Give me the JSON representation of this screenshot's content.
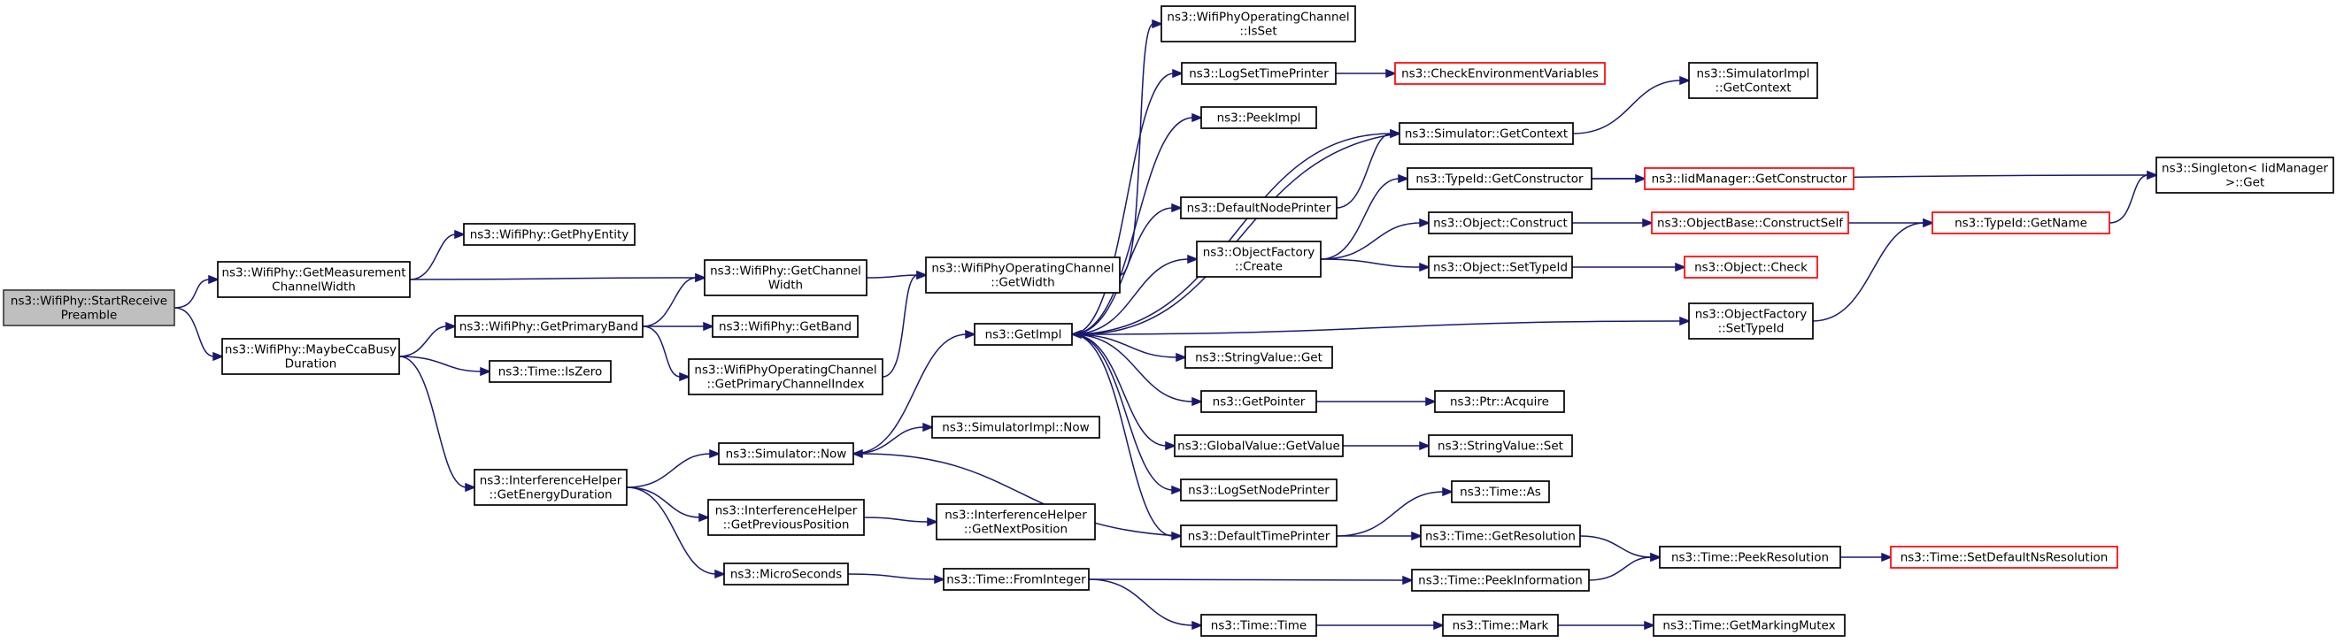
{
  "nodes": [
    {
      "id": "StartReceivePreamble",
      "lines": [
        "ns3::WifiPhy::StartReceive",
        "Preamble"
      ],
      "kind": "root"
    },
    {
      "id": "GetMeasurementChannelWidth",
      "lines": [
        "ns3::WifiPhy::GetMeasurement",
        "ChannelWidth"
      ]
    },
    {
      "id": "MaybeCcaBusyDuration",
      "lines": [
        "ns3::WifiPhy::MaybeCcaBusy",
        "Duration"
      ]
    },
    {
      "id": "GetPhyEntity",
      "lines": [
        "ns3::WifiPhy::GetPhyEntity"
      ]
    },
    {
      "id": "GetChannelWidth",
      "lines": [
        "ns3::WifiPhy::GetChannel",
        "Width"
      ]
    },
    {
      "id": "GetPrimaryBand",
      "lines": [
        "ns3::WifiPhy::GetPrimaryBand"
      ]
    },
    {
      "id": "IsZero",
      "lines": [
        "ns3::Time::IsZero"
      ]
    },
    {
      "id": "GetEnergyDuration",
      "lines": [
        "ns3::InterferenceHelper",
        "::GetEnergyDuration"
      ]
    },
    {
      "id": "GetBand",
      "lines": [
        "ns3::WifiPhy::GetBand"
      ]
    },
    {
      "id": "GetPrimaryChannelIndex",
      "lines": [
        "ns3::WifiPhyOperatingChannel",
        "::GetPrimaryChannelIndex"
      ]
    },
    {
      "id": "SimulatorNow",
      "lines": [
        "ns3::Simulator::Now"
      ]
    },
    {
      "id": "GetPreviousPosition",
      "lines": [
        "ns3::InterferenceHelper",
        "::GetPreviousPosition"
      ]
    },
    {
      "id": "MicroSeconds",
      "lines": [
        "ns3::MicroSeconds"
      ]
    },
    {
      "id": "OpChGetWidth",
      "lines": [
        "ns3::WifiPhyOperatingChannel",
        "::GetWidth"
      ]
    },
    {
      "id": "OpChIsSet",
      "lines": [
        "ns3::WifiPhyOperatingChannel",
        "::IsSet"
      ]
    },
    {
      "id": "GetImpl",
      "lines": [
        "ns3::GetImpl"
      ]
    },
    {
      "id": "SimulatorImplNow",
      "lines": [
        "ns3::SimulatorImpl::Now"
      ]
    },
    {
      "id": "GetNextPosition",
      "lines": [
        "ns3::InterferenceHelper",
        "::GetNextPosition"
      ]
    },
    {
      "id": "FromInteger",
      "lines": [
        "ns3::Time::FromInteger"
      ]
    },
    {
      "id": "LogSetTimePrinter",
      "lines": [
        "ns3::LogSetTimePrinter"
      ]
    },
    {
      "id": "PeekImpl",
      "lines": [
        "ns3::PeekImpl"
      ]
    },
    {
      "id": "DefaultNodePrinter",
      "lines": [
        "ns3::DefaultNodePrinter"
      ]
    },
    {
      "id": "ObjectFactoryCreate",
      "lines": [
        "ns3::ObjectFactory",
        "::Create"
      ]
    },
    {
      "id": "StringValueGet",
      "lines": [
        "ns3::StringValue::Get"
      ]
    },
    {
      "id": "GetPointer",
      "lines": [
        "ns3::GetPointer"
      ]
    },
    {
      "id": "GlobalValueGetValue",
      "lines": [
        "ns3::GlobalValue::GetValue"
      ]
    },
    {
      "id": "LogSetNodePrinter",
      "lines": [
        "ns3::LogSetNodePrinter"
      ]
    },
    {
      "id": "DefaultTimePrinter",
      "lines": [
        "ns3::DefaultTimePrinter"
      ]
    },
    {
      "id": "TimeTime",
      "lines": [
        "ns3::Time::Time"
      ]
    },
    {
      "id": "CheckEnvironmentVariables",
      "lines": [
        "ns3::CheckEnvironmentVariables"
      ],
      "kind": "red"
    },
    {
      "id": "SimulatorGetContext",
      "lines": [
        "ns3::Simulator::GetContext"
      ]
    },
    {
      "id": "TypeIdGetConstructor",
      "lines": [
        "ns3::TypeId::GetConstructor"
      ]
    },
    {
      "id": "ObjectConstruct",
      "lines": [
        "ns3::Object::Construct"
      ]
    },
    {
      "id": "ObjectSetTypeId",
      "lines": [
        "ns3::Object::SetTypeId"
      ]
    },
    {
      "id": "ObjectFactorySetTypeId",
      "lines": [
        "ns3::ObjectFactory",
        "::SetTypeId"
      ]
    },
    {
      "id": "PtrAcquire",
      "lines": [
        "ns3::Ptr::Acquire"
      ]
    },
    {
      "id": "StringValueSet",
      "lines": [
        "ns3::StringValue::Set"
      ]
    },
    {
      "id": "TimeAs",
      "lines": [
        "ns3::Time::As"
      ]
    },
    {
      "id": "TimeGetResolution",
      "lines": [
        "ns3::Time::GetResolution"
      ]
    },
    {
      "id": "TimePeekInformation",
      "lines": [
        "ns3::Time::PeekInformation"
      ]
    },
    {
      "id": "TimeMark",
      "lines": [
        "ns3::Time::Mark"
      ]
    },
    {
      "id": "SimulatorImplGetContext",
      "lines": [
        "ns3::SimulatorImpl",
        "::GetContext"
      ]
    },
    {
      "id": "IidManagerGetConstructor",
      "lines": [
        "ns3::IidManager::GetConstructor"
      ],
      "kind": "red"
    },
    {
      "id": "ObjectBaseConstructSelf",
      "lines": [
        "ns3::ObjectBase::ConstructSelf"
      ],
      "kind": "red"
    },
    {
      "id": "ObjectCheck",
      "lines": [
        "ns3::Object::Check"
      ],
      "kind": "red"
    },
    {
      "id": "TimePeekResolution",
      "lines": [
        "ns3::Time::PeekResolution"
      ]
    },
    {
      "id": "TimeGetMarkingMutex",
      "lines": [
        "ns3::Time::GetMarkingMutex"
      ]
    },
    {
      "id": "SingletonGet",
      "lines": [
        "ns3::Singleton< IidManager",
        ">::Get"
      ]
    },
    {
      "id": "TypeIdGetName",
      "lines": [
        "ns3::TypeId::GetName"
      ],
      "kind": "red"
    },
    {
      "id": "TimeSetDefaultNsResolution",
      "lines": [
        "ns3::Time::SetDefaultNsResolution"
      ],
      "kind": "red"
    }
  ],
  "edges": [
    [
      "StartReceivePreamble",
      "GetMeasurementChannelWidth"
    ],
    [
      "StartReceivePreamble",
      "MaybeCcaBusyDuration"
    ],
    [
      "GetMeasurementChannelWidth",
      "GetPhyEntity"
    ],
    [
      "GetMeasurementChannelWidth",
      "GetChannelWidth"
    ],
    [
      "GetChannelWidth",
      "OpChGetWidth"
    ],
    [
      "OpChGetWidth",
      "OpChIsSet"
    ],
    [
      "MaybeCcaBusyDuration",
      "GetPrimaryBand"
    ],
    [
      "MaybeCcaBusyDuration",
      "IsZero"
    ],
    [
      "MaybeCcaBusyDuration",
      "GetEnergyDuration"
    ],
    [
      "GetPrimaryBand",
      "GetChannelWidth"
    ],
    [
      "GetPrimaryBand",
      "GetBand"
    ],
    [
      "GetPrimaryBand",
      "GetPrimaryChannelIndex"
    ],
    [
      "GetPrimaryChannelIndex",
      "OpChGetWidth"
    ],
    [
      "GetEnergyDuration",
      "SimulatorNow"
    ],
    [
      "GetEnergyDuration",
      "GetPreviousPosition"
    ],
    [
      "GetEnergyDuration",
      "MicroSeconds"
    ],
    [
      "SimulatorNow",
      "GetImpl"
    ],
    [
      "SimulatorNow",
      "SimulatorImplNow"
    ],
    [
      "GetPreviousPosition",
      "GetNextPosition"
    ],
    [
      "MicroSeconds",
      "FromInteger"
    ],
    [
      "FromInteger",
      "TimePeekInformation"
    ],
    [
      "FromInteger",
      "TimeTime"
    ],
    [
      "GetImpl",
      "LogSetTimePrinter"
    ],
    [
      "GetImpl",
      "PeekImpl"
    ],
    [
      "GetImpl",
      "SimulatorGetContext"
    ],
    [
      "GetImpl",
      "DefaultNodePrinter"
    ],
    [
      "GetImpl",
      "ObjectFactoryCreate"
    ],
    [
      "GetImpl",
      "ObjectFactorySetTypeId"
    ],
    [
      "GetImpl",
      "StringValueGet"
    ],
    [
      "GetImpl",
      "GetPointer"
    ],
    [
      "GetImpl",
      "GlobalValueGetValue"
    ],
    [
      "GetImpl",
      "LogSetNodePrinter"
    ],
    [
      "GetImpl",
      "DefaultTimePrinter"
    ],
    [
      "LogSetTimePrinter",
      "CheckEnvironmentVariables"
    ],
    [
      "DefaultNodePrinter",
      "SimulatorGetContext"
    ],
    [
      "SimulatorGetContext",
      "GetImpl"
    ],
    [
      "SimulatorGetContext",
      "SimulatorImplGetContext"
    ],
    [
      "ObjectFactoryCreate",
      "TypeIdGetConstructor"
    ],
    [
      "ObjectFactoryCreate",
      "ObjectConstruct"
    ],
    [
      "ObjectFactoryCreate",
      "ObjectSetTypeId"
    ],
    [
      "TypeIdGetConstructor",
      "IidManagerGetConstructor"
    ],
    [
      "TypeIdGetConstructor",
      "SingletonGet"
    ],
    [
      "ObjectConstruct",
      "ObjectBaseConstructSelf"
    ],
    [
      "ObjectBaseConstructSelf",
      "TypeIdGetName"
    ],
    [
      "TypeIdGetName",
      "SingletonGet"
    ],
    [
      "ObjectSetTypeId",
      "ObjectCheck"
    ],
    [
      "ObjectFactorySetTypeId",
      "TypeIdGetName"
    ],
    [
      "GetPointer",
      "PtrAcquire"
    ],
    [
      "GlobalValueGetValue",
      "StringValueSet"
    ],
    [
      "DefaultTimePrinter",
      "SimulatorNow"
    ],
    [
      "DefaultTimePrinter",
      "TimeAs"
    ],
    [
      "DefaultTimePrinter",
      "TimeGetResolution"
    ],
    [
      "TimeGetResolution",
      "TimePeekResolution"
    ],
    [
      "TimePeekInformation",
      "TimePeekResolution"
    ],
    [
      "TimePeekResolution",
      "TimeSetDefaultNsResolution"
    ],
    [
      "TimeTime",
      "TimeMark"
    ],
    [
      "TimeMark",
      "TimeGetMarkingMutex"
    ]
  ],
  "colors": {
    "edge": "#191970",
    "node_border": "#000000",
    "root_fill": "#bfbfbf",
    "root_border": "#404040",
    "truncated_border": "#ff0000"
  }
}
